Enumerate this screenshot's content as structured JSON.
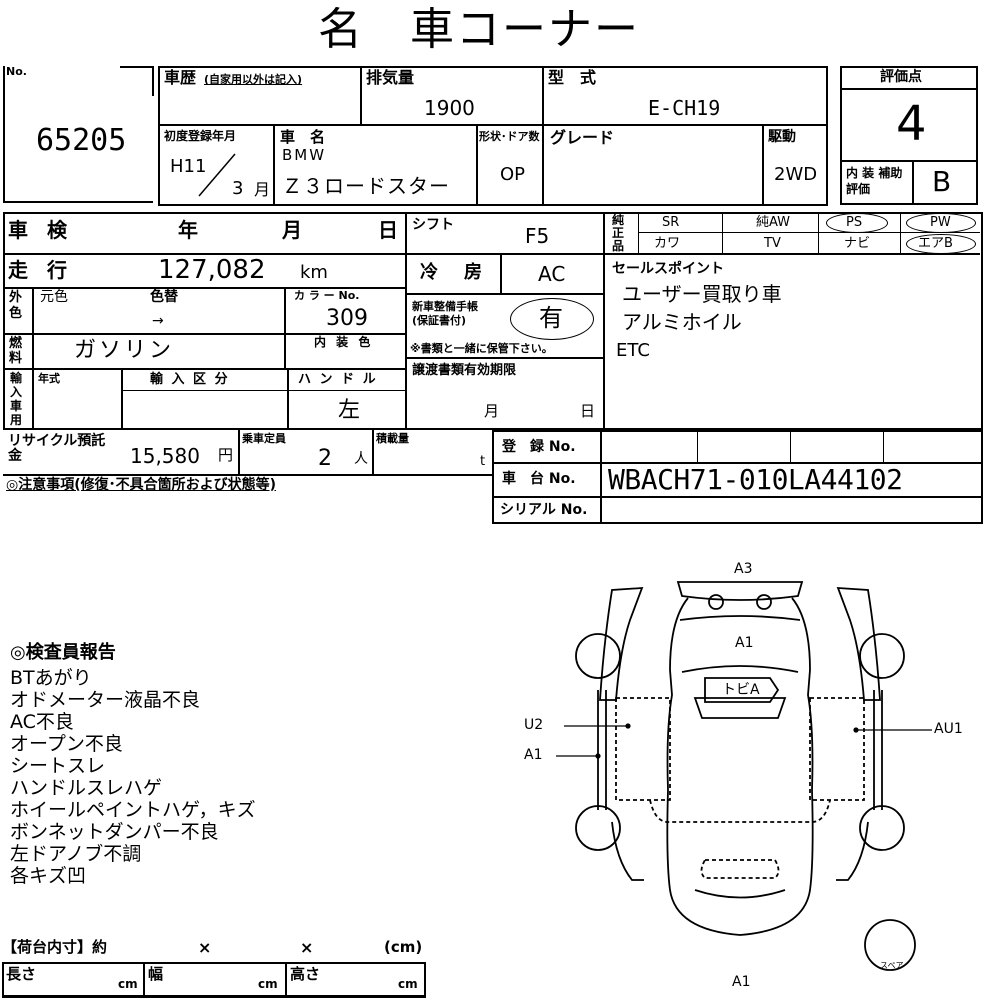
{
  "title": "名　車コーナー",
  "no": {
    "label": "No.",
    "value": "65205"
  },
  "history": {
    "label": "車歴",
    "note": "(自家用以外は記入)"
  },
  "displacement": {
    "label": "排気量",
    "value": "1900"
  },
  "model_type": {
    "label": "型　式",
    "value": "E-CH19"
  },
  "grade_score": {
    "label": "評価点",
    "value": "4",
    "interior_label": "内 装 補助評価",
    "interior_value": "B"
  },
  "first_registration": {
    "label": "初度登録年月",
    "era": "H11",
    "month": "3",
    "month_unit": "月"
  },
  "car_name": {
    "label": "車　名",
    "maker": "BMW",
    "name": "Ｚ３ロードスター"
  },
  "body_doors": {
    "label": "形状･ドア数",
    "value": "OP"
  },
  "grade": {
    "label": "グレード",
    "value": ""
  },
  "drive": {
    "label": "駆動",
    "value": "2WD"
  },
  "inspection": {
    "label": "車 検",
    "year": "年",
    "month": "月",
    "day": "日"
  },
  "shift": {
    "label": "シフト",
    "value": "F5"
  },
  "equipment": {
    "label": "純正品",
    "row1": [
      "SR",
      "純AW",
      "PS",
      "PW"
    ],
    "row2": [
      "カワ",
      "TV",
      "ナビ",
      "エアB"
    ],
    "circled": [
      "PS",
      "PW",
      "エアB"
    ]
  },
  "mileage": {
    "label": "走 行",
    "value": "127,082",
    "unit": "km"
  },
  "aircon": {
    "label": "冷　房",
    "value": "AC"
  },
  "sales_points": {
    "label": "セールスポイント",
    "items": [
      "ユーザー買取り車",
      "アルミホイル",
      "ETC"
    ]
  },
  "exterior_color": {
    "label": "外色",
    "original_label": "元色",
    "repaint_label": "色替",
    "arrow": "→",
    "color_no_label": "カ ラ ー No.",
    "color_no": "309"
  },
  "warranty": {
    "label": "新車整備手帳(保証書付)",
    "value": "有",
    "note": "※書類と一緒に保管下さい。"
  },
  "fuel": {
    "label": "燃料",
    "value": "ガソリン",
    "interior_color_label": "内 装 色"
  },
  "import": {
    "label": "輸入車用",
    "year_label": "年式",
    "category_label": "輸 入 区 分",
    "handle_label": "ハ ン ド ル",
    "handle_value": "左"
  },
  "transfer": {
    "label": "譲渡書類有効期限",
    "month": "月",
    "day": "日"
  },
  "recycle": {
    "label": "リサイクル預託金",
    "value": "15,580",
    "unit": "円"
  },
  "capacity": {
    "label": "乗車定員",
    "value": "2",
    "unit": "人"
  },
  "load": {
    "label": "積載量",
    "unit": "t"
  },
  "registration_no": {
    "label": "登　録 No."
  },
  "chassis_no": {
    "label": "車　台 No.",
    "value": "WBACH71-010LA44102"
  },
  "serial_no": {
    "label": "シリアル No."
  },
  "caution": "◎注意事項(修復･不具合箇所および状態等)",
  "report": {
    "title": "◎検査員報告",
    "items": [
      "BTあがり",
      "オドメーター液晶不良",
      "AC不良",
      "オープン不良",
      "シートスレ",
      "ハンドルスレハゲ",
      "ホイールペイントハゲ，キズ",
      "ボンネットダンパー不良",
      "左ドアノブ不調",
      "各キズ凹"
    ]
  },
  "cargo": {
    "title": "【荷台内寸】約",
    "x1": "×",
    "x2": "×",
    "unit": "(cm)",
    "length": "長さ",
    "width": "幅",
    "height": "高さ",
    "cm": "cm"
  },
  "diagram": {
    "top": "A3",
    "hood": "A1",
    "roof": "トビA",
    "left1": "U2",
    "left2": "A1",
    "right": "AU1",
    "bottom": "A1",
    "spare": "スペア"
  }
}
